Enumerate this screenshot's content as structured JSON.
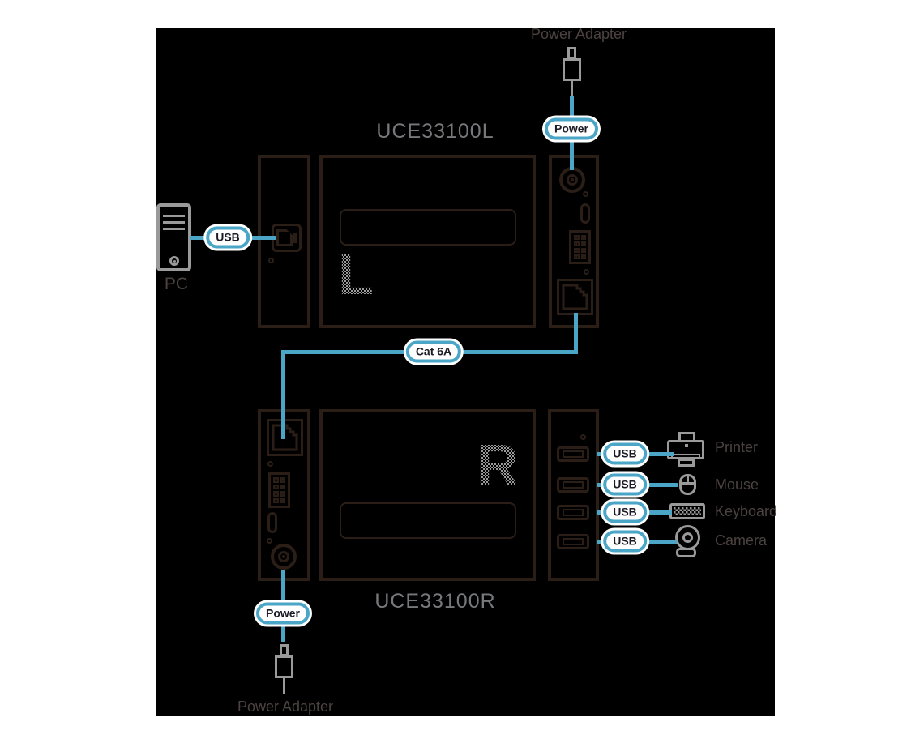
{
  "colors": {
    "page-bg": "#ffffff",
    "canvas-bg": "#000000",
    "dark": "#2b1e17",
    "gray": "#9a9a9a",
    "blue": "#4aa5c7",
    "badge-text": "#1c1c26",
    "label": "#4c4340",
    "title": "#77787b"
  },
  "devices": {
    "local": {
      "title": "UCE33100L",
      "logo_letter": "L"
    },
    "remote": {
      "title": "UCE33100R",
      "logo_letter": "R"
    }
  },
  "badges": {
    "usb": "USB",
    "power": "Power",
    "cat6a": "Cat 6A"
  },
  "labels": {
    "power_adapter_top": "Power Adapter",
    "power_adapter_bottom": "Power Adapter",
    "pc": "PC",
    "printer": "Printer",
    "mouse": "Mouse",
    "keyboard": "Keyboard",
    "camera": "Camera"
  },
  "icons": {
    "pc": "pc-tower-icon",
    "power_plug": "power-plug-icon",
    "printer": "printer-icon",
    "mouse": "mouse-icon",
    "keyboard": "keyboard-icon",
    "camera": "webcam-icon"
  }
}
